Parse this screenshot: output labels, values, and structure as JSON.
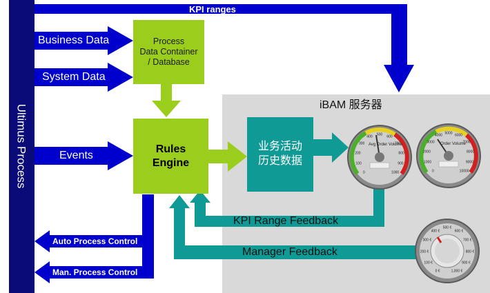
{
  "side_bar": {
    "label": "Ultimus Process"
  },
  "arrows": {
    "kpi_ranges": "KPI ranges",
    "business_data": "Business Data",
    "system_data": "System Data",
    "events": "Events",
    "auto_process_control": "Auto Process Control",
    "man_process_control": "Man. Process Control",
    "kpi_range_feedback": "KPI Range Feedback",
    "manager_feedback": "Manager Feedback"
  },
  "boxes": {
    "data_container": {
      "line1": "Process",
      "line2": "Data Container",
      "line3": "/ Database"
    },
    "rules_engine": {
      "line1": "Rules",
      "line2": "Engine"
    },
    "history_data": {
      "line1": "业务活动",
      "line2": "历史数据"
    }
  },
  "server": {
    "title": "iBAM 服务器"
  },
  "gauges": {
    "gauge1": {
      "label": "Avg Order Volume",
      "ticks": [
        "0",
        "100",
        "200",
        "300",
        "400",
        "500",
        "600",
        "700",
        "800",
        "900",
        "1000"
      ]
    },
    "gauge2": {
      "label": "Order Volume",
      "ticks": [
        "0",
        "1000",
        "2000",
        "3000",
        "4000",
        "5000",
        "6000",
        "7000",
        "8000",
        "9000",
        "10000"
      ]
    },
    "knob": {
      "ticks": [
        "0 €",
        "100 €",
        "200 €",
        "300 €",
        "400 €",
        "500 €",
        "600 €",
        "700 €",
        "800 €",
        "900 €",
        "1,000 €"
      ]
    }
  },
  "colors": {
    "navy": "#0a0a78",
    "green": "#9acd1c",
    "teal": "#0f9a96",
    "panel": "#d9d9d9",
    "arrow_blue": "#0000cc"
  }
}
